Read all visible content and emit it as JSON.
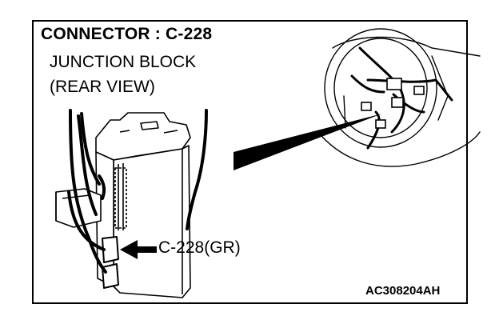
{
  "title": "CONNECTOR : C-228",
  "subtitle_line1": "JUNCTION BLOCK",
  "subtitle_line2": "(REAR VIEW)",
  "callout_label": "C-228(GR)",
  "figure_code": "AC308204AH",
  "colors": {
    "ink": "#000000",
    "paper": "#ffffff"
  },
  "icons": {
    "pointer_arrow": "solid-left-arrow",
    "zoom_wedge": "solid-wedge-leader"
  }
}
